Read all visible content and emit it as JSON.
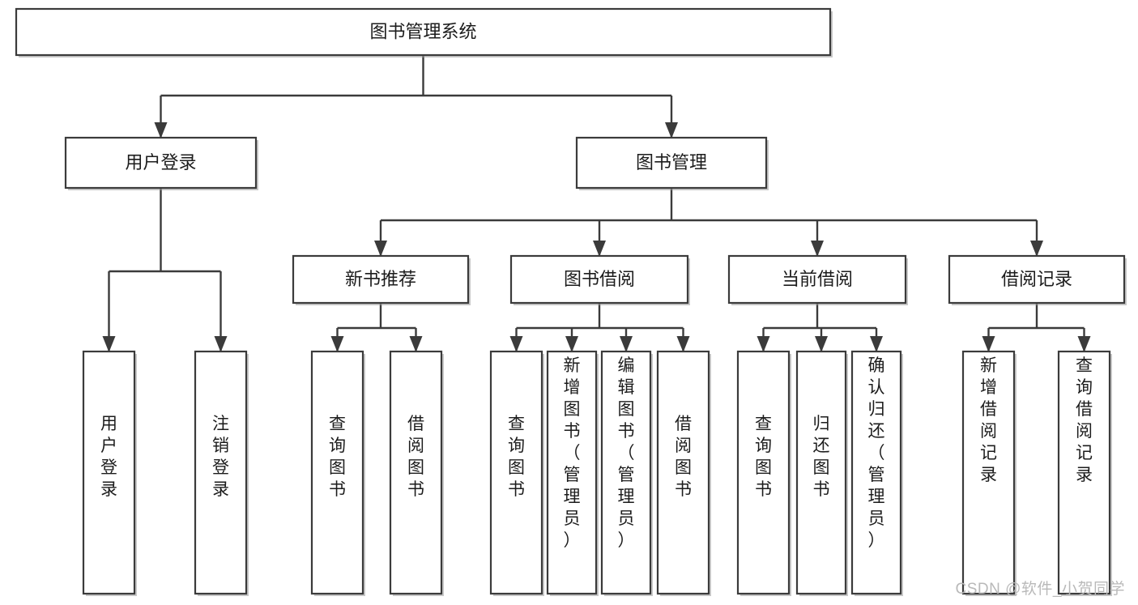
{
  "diagram": {
    "title": "图书管理系统",
    "type": "tree",
    "orientation": "top-down",
    "colors": {
      "box_stroke": "#3b3b3b",
      "box_fill": "#ffffff",
      "edge": "#3b3b3b",
      "text": "#1c1c1c",
      "background": "#ffffff",
      "watermark": "#b9b9b9"
    },
    "root": {
      "id": "root",
      "label": "图书管理系统",
      "orientation": "horizontal"
    },
    "level2": [
      {
        "id": "user-login",
        "label": "用户登录",
        "orientation": "horizontal"
      },
      {
        "id": "book-management",
        "label": "图书管理",
        "orientation": "horizontal"
      }
    ],
    "level3": [
      {
        "id": "new-book-recommend",
        "label": "新书推荐",
        "parent": "book-management",
        "orientation": "horizontal"
      },
      {
        "id": "book-borrow",
        "label": "图书借阅",
        "parent": "book-management",
        "orientation": "horizontal"
      },
      {
        "id": "current-borrow",
        "label": "当前借阅",
        "parent": "book-management",
        "orientation": "horizontal"
      },
      {
        "id": "borrow-record",
        "label": "借阅记录",
        "parent": "book-management",
        "orientation": "horizontal"
      }
    ],
    "leaves": [
      {
        "id": "leaf-user-login",
        "label": "用户登录",
        "parent": "user-login",
        "orientation": "vertical"
      },
      {
        "id": "leaf-user-logout",
        "label": "注销登录",
        "parent": "user-login",
        "orientation": "vertical"
      },
      {
        "id": "leaf-query-book-1",
        "label": "查询图书",
        "parent": "new-book-recommend",
        "orientation": "vertical"
      },
      {
        "id": "leaf-borrow-book-1",
        "label": "借阅图书",
        "parent": "new-book-recommend",
        "orientation": "vertical"
      },
      {
        "id": "leaf-query-book-2",
        "label": "查询图书",
        "parent": "book-borrow",
        "orientation": "vertical"
      },
      {
        "id": "leaf-add-book",
        "label": "新增图书（管理员）",
        "parent": "book-borrow",
        "orientation": "vertical"
      },
      {
        "id": "leaf-edit-book",
        "label": "编辑图书（管理员）",
        "parent": "book-borrow",
        "orientation": "vertical"
      },
      {
        "id": "leaf-borrow-book-2",
        "label": "借阅图书",
        "parent": "book-borrow",
        "orientation": "vertical"
      },
      {
        "id": "leaf-query-book-3",
        "label": "查询图书",
        "parent": "current-borrow",
        "orientation": "vertical"
      },
      {
        "id": "leaf-return-book",
        "label": "归还图书",
        "parent": "current-borrow",
        "orientation": "vertical"
      },
      {
        "id": "leaf-confirm-return",
        "label": "确认归还（管理员）",
        "parent": "current-borrow",
        "orientation": "vertical"
      },
      {
        "id": "leaf-add-record",
        "label": "新增借阅记录",
        "parent": "borrow-record",
        "orientation": "vertical"
      },
      {
        "id": "leaf-query-record",
        "label": "查询借阅记录",
        "parent": "borrow-record",
        "orientation": "vertical"
      }
    ],
    "watermark": "CSDN @软件_小贺同学"
  }
}
